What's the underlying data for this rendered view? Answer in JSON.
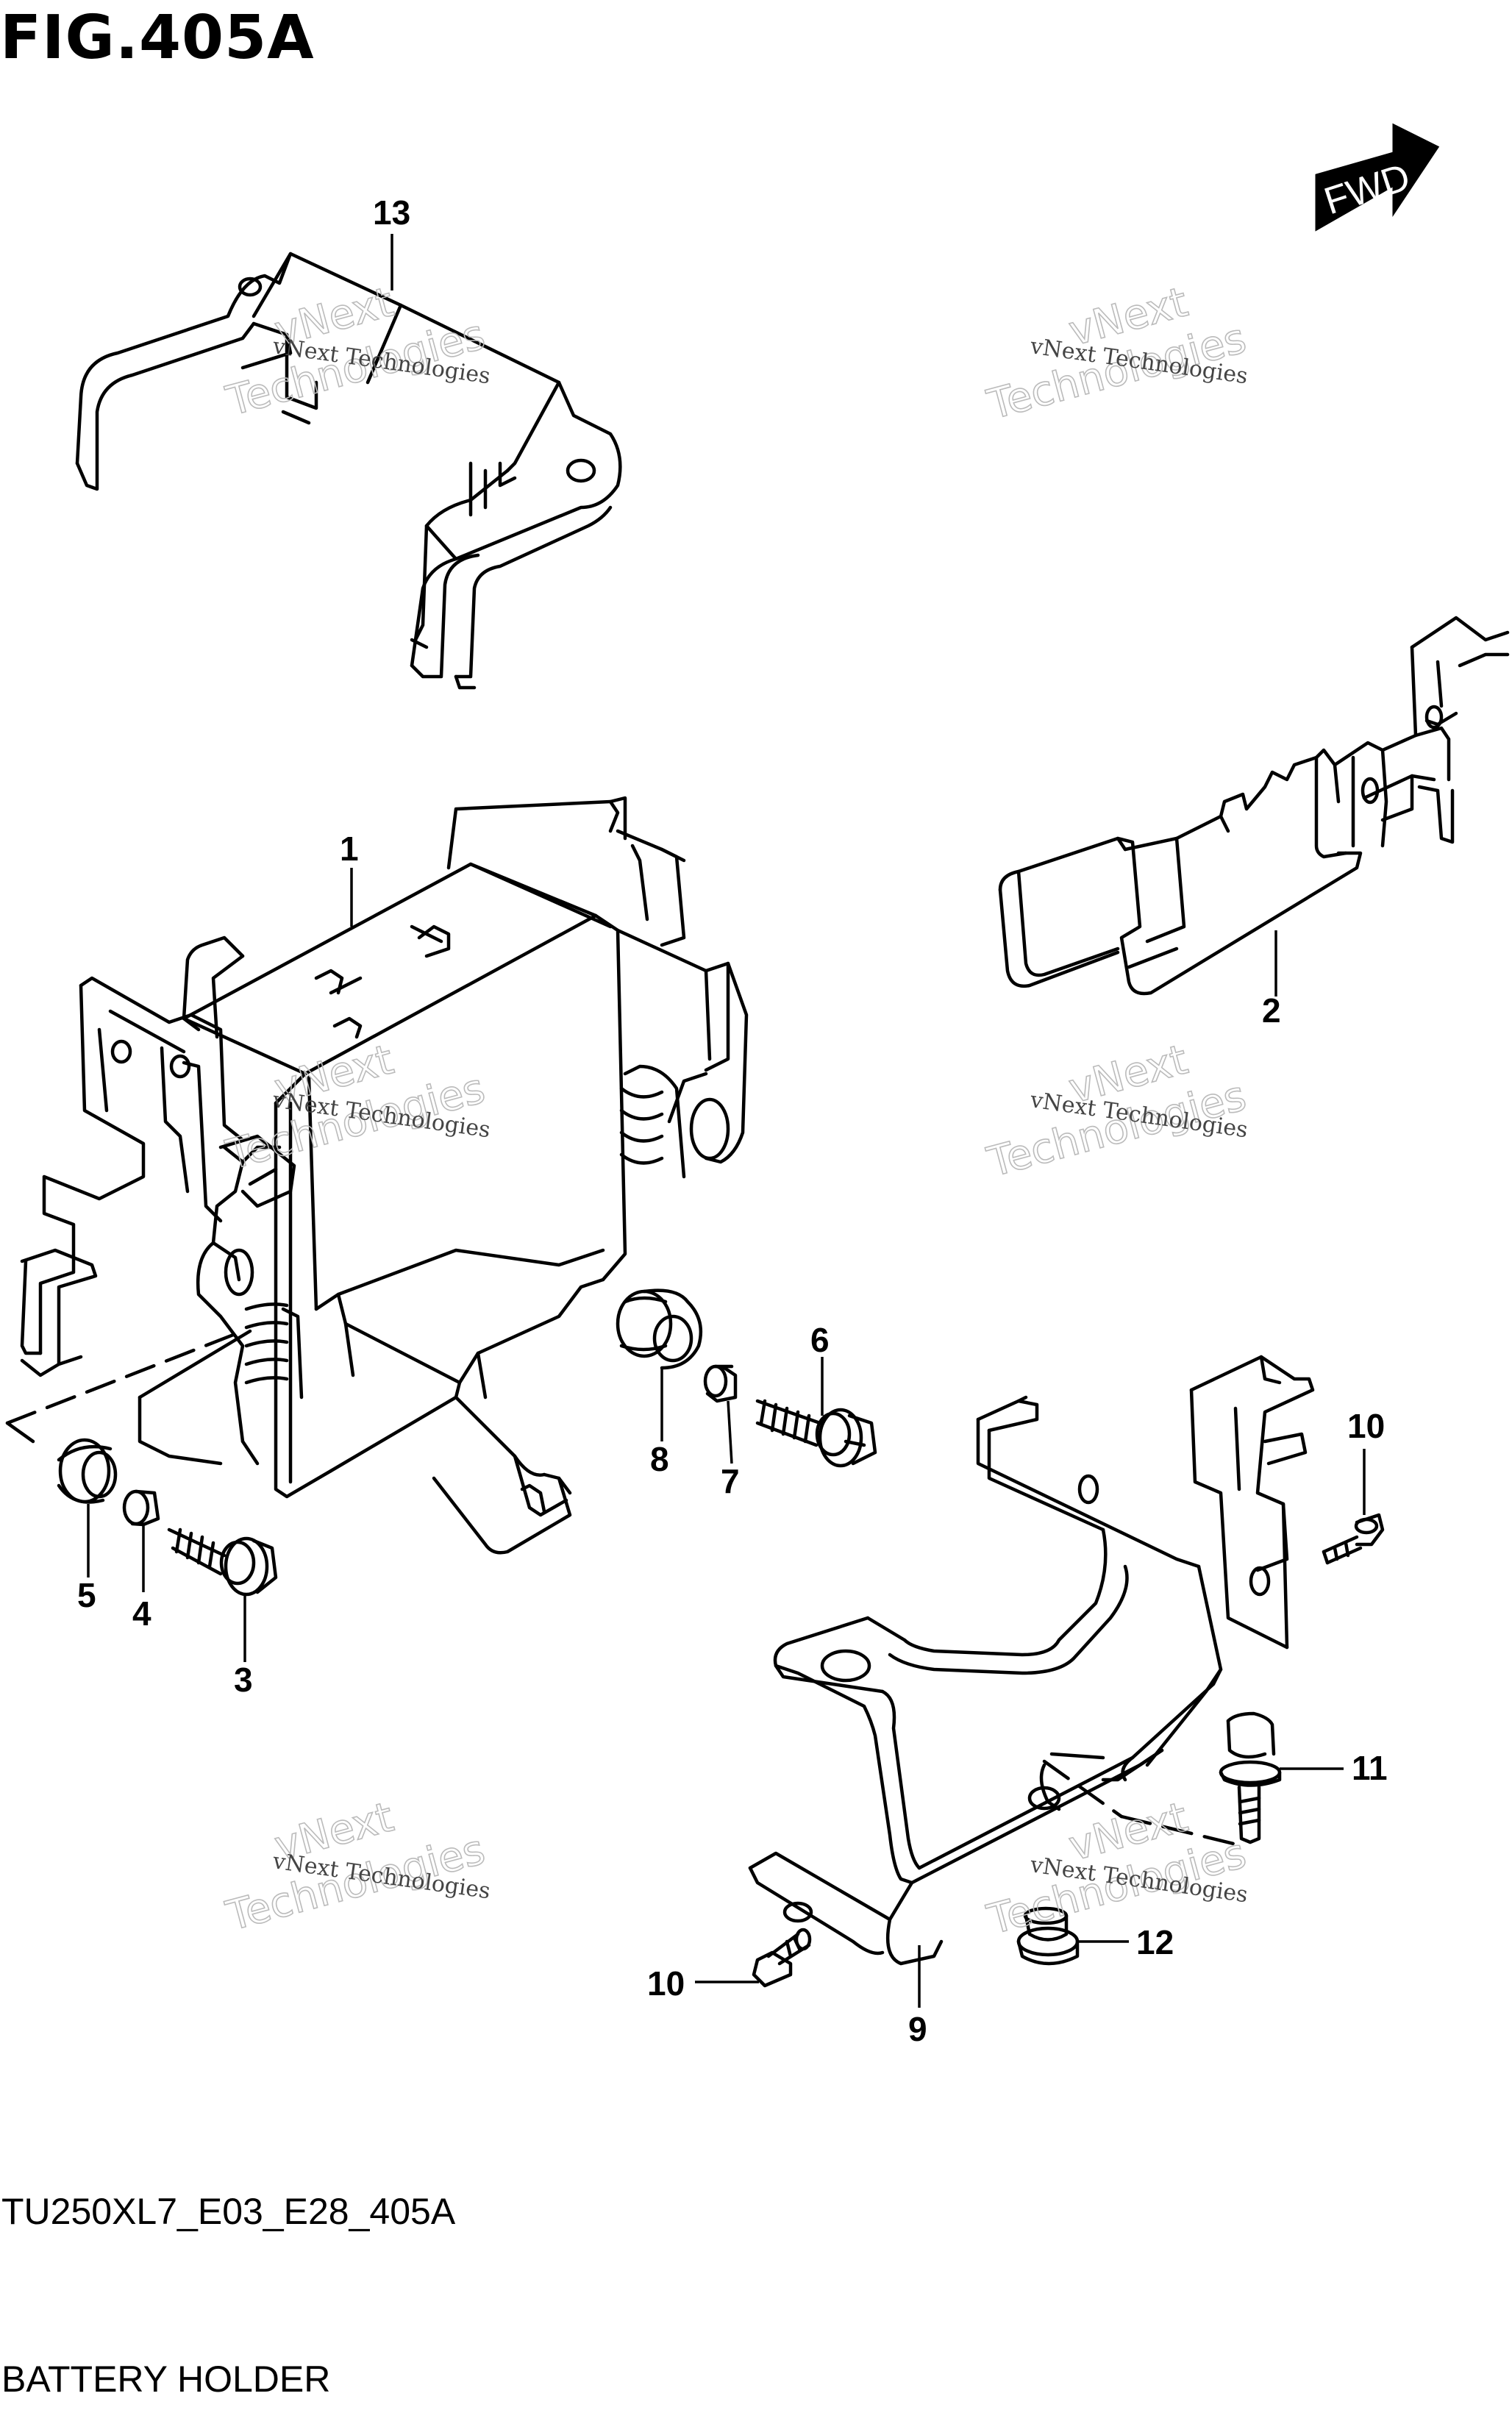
{
  "figure": {
    "title": "FIG.405A",
    "footer_code": "TU250XL7_E03_E28_405A",
    "footer_name": "BATTERY HOLDER"
  },
  "direction_badge": "FWD",
  "watermark": {
    "line1": "vNext Technologies",
    "line2_a": "vNext",
    "line2_b": "Technologies"
  },
  "callouts": [
    "13",
    "1",
    "2",
    "6",
    "8",
    "7",
    "10",
    "5",
    "4",
    "3",
    "11",
    "12",
    "10",
    "9"
  ]
}
